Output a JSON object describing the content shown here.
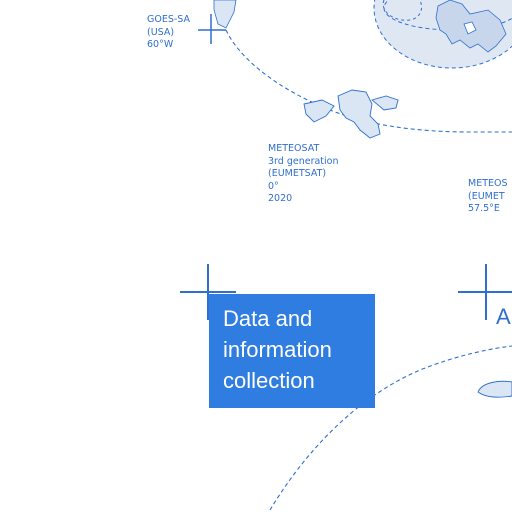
{
  "satellites": {
    "goes": {
      "lines": [
        "GOES-SA",
        "(USA)",
        "60°W"
      ]
    },
    "meteosat_3g": {
      "lines": [
        "METEOSAT",
        "3rd generation",
        "(EUMETSAT)",
        "0°",
        "2020"
      ]
    },
    "meteosat_east": {
      "lines": [
        "METEOS",
        "(EUMET",
        "57.5°E"
      ]
    }
  },
  "info_box": {
    "lines": [
      "Data and",
      "information",
      "collection"
    ],
    "color": "#2f7de0"
  },
  "right_box_letter": "A",
  "colors": {
    "line": "#2f6fd0",
    "land_fill": "#dbe6f5",
    "box_fill": "#2f7de0"
  }
}
